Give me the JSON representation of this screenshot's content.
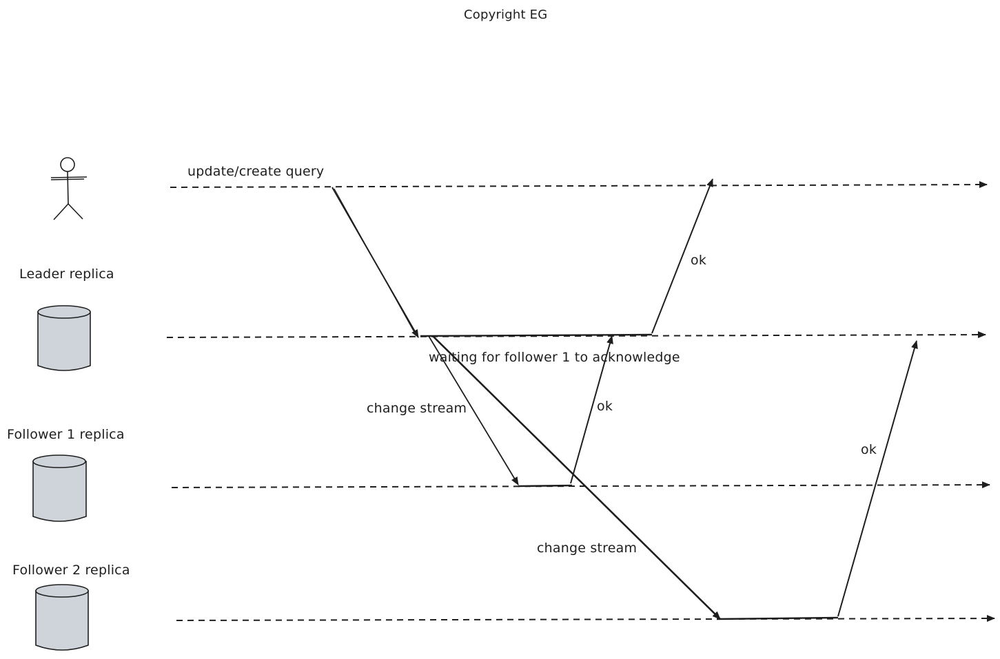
{
  "copyright": "Copyright EG",
  "actors": {
    "user": {
      "icon": "stick-figure-icon"
    },
    "leader": {
      "label": "Leader replica",
      "icon": "database-cylinder-icon"
    },
    "follower1": {
      "label": "Follower 1 replica",
      "icon": "database-cylinder-icon"
    },
    "follower2": {
      "label": "Follower 2 replica",
      "icon": "database-cylinder-icon"
    }
  },
  "messages": {
    "query": "update/create query",
    "waiting": "waiting for follower 1 to acknowledge",
    "change_stream_1": "change stream",
    "change_stream_2": "change stream",
    "ok_leader": "ok",
    "ok_follower1": "ok",
    "ok_follower2": "ok"
  },
  "colors": {
    "ink": "#1e1e1e",
    "cylinder_fill": "#ced4da"
  }
}
